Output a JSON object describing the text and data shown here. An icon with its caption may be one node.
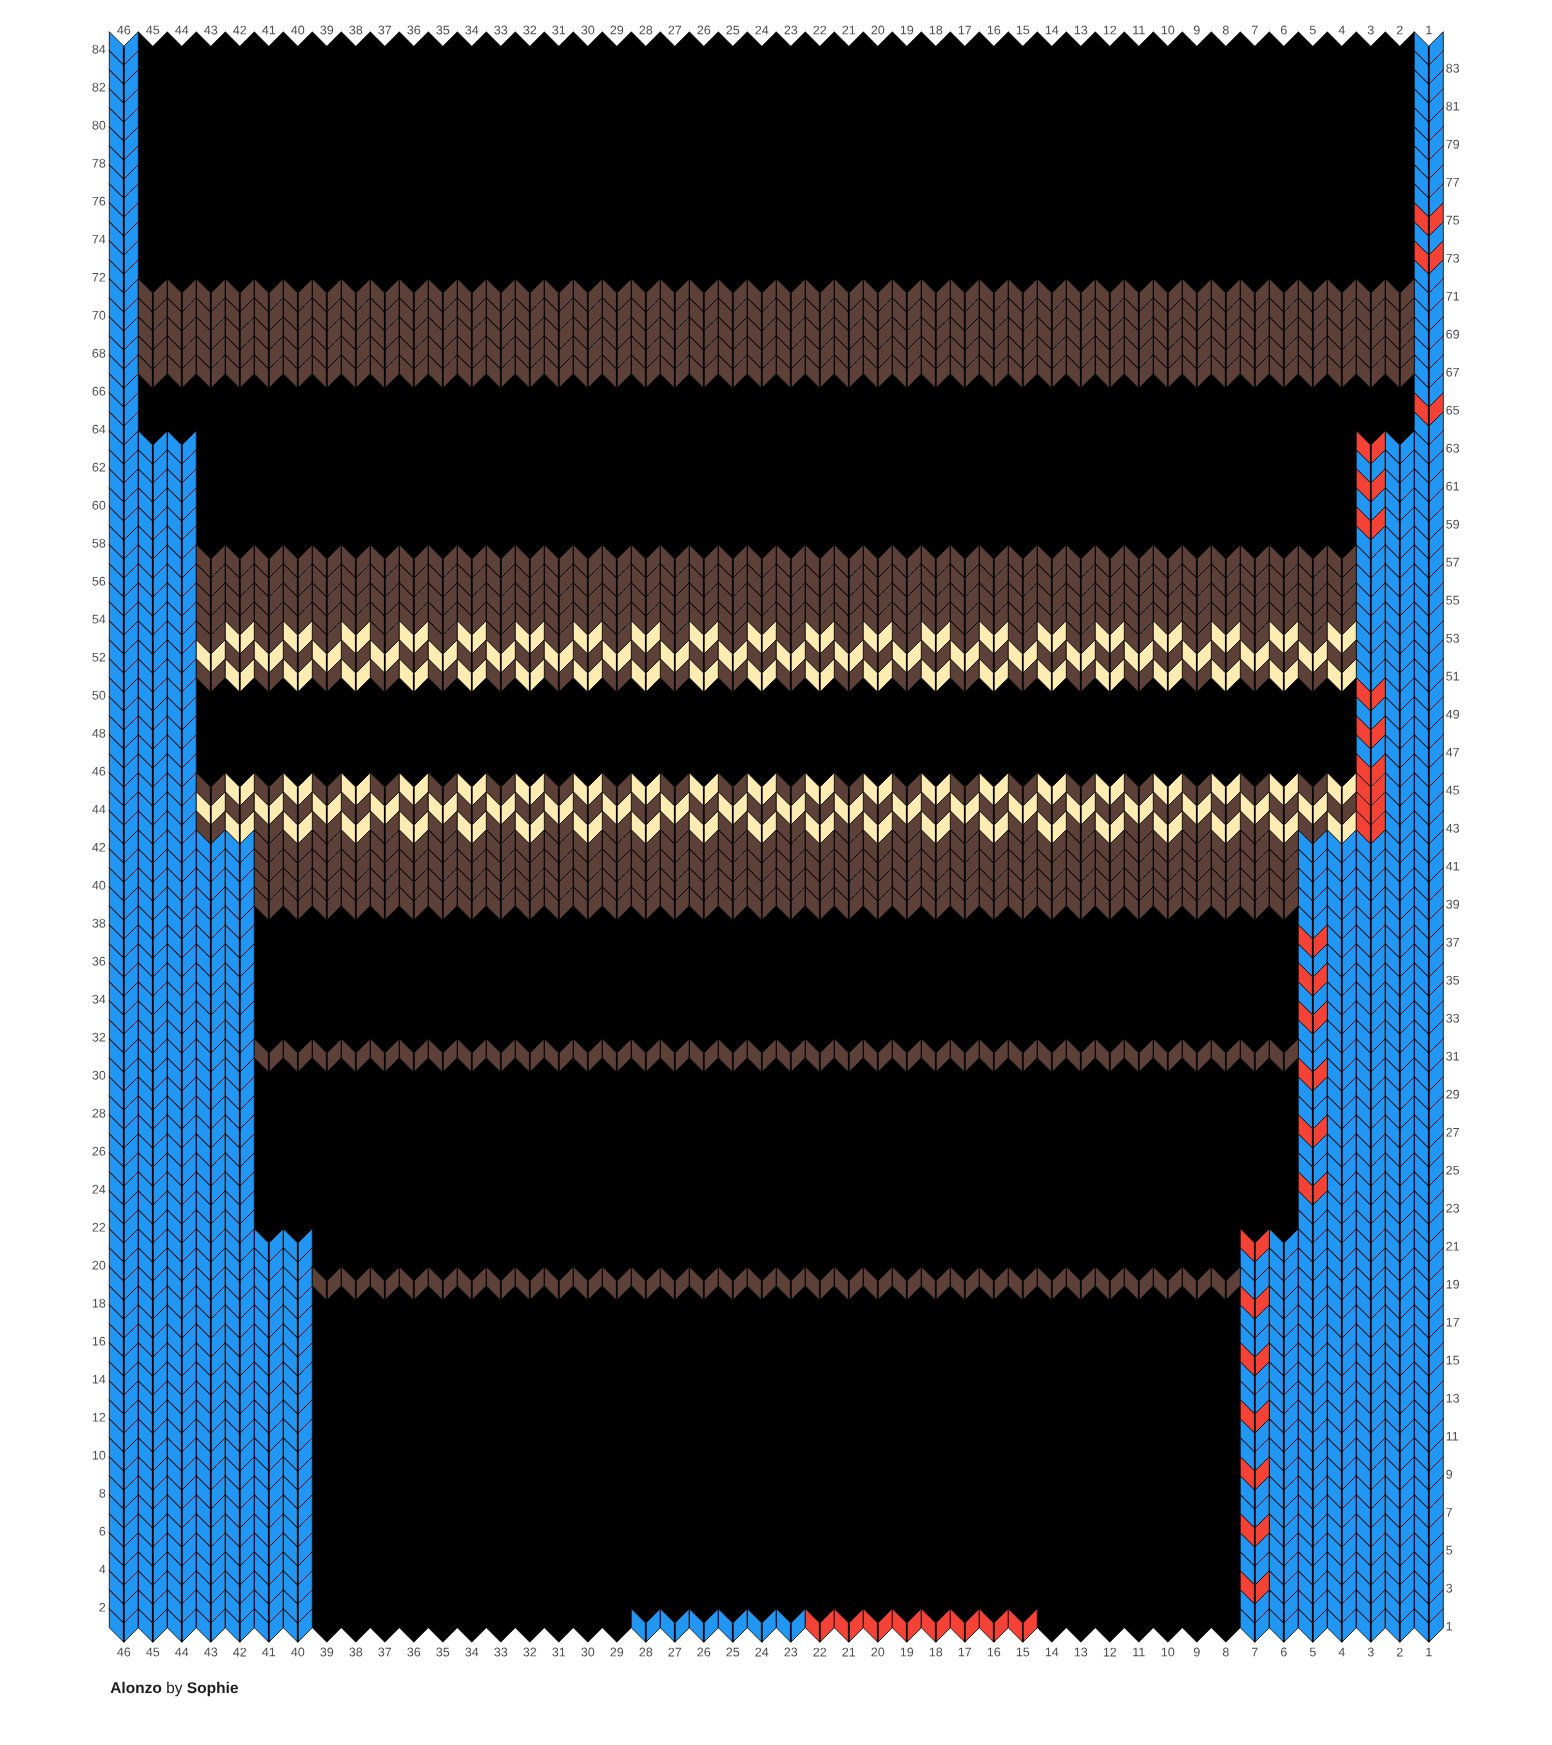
{
  "diagram": {
    "caption": "**Alonzo** by **Sophie**",
    "labels": [
      "46",
      "45",
      "44",
      "43",
      "42",
      "41",
      "40",
      "39",
      "38",
      "37",
      "36",
      "35",
      "34",
      "33",
      "32",
      "31",
      "30",
      "29",
      "28",
      "27",
      "26",
      "25",
      "24",
      "23",
      "22",
      "21",
      "20",
      "19",
      "18",
      "17",
      "16",
      "15",
      "14",
      "13",
      "12",
      "11",
      "10",
      "9",
      "8",
      "7",
      "6",
      "5",
      "4",
      "3",
      "2",
      "1",
      "84",
      "83",
      "82",
      "81",
      "80",
      "79",
      "78",
      "77",
      "76",
      "75",
      "74",
      "73",
      "72",
      "71",
      "70",
      "69",
      "68",
      "67",
      "66",
      "65",
      "64",
      "63",
      "62",
      "61",
      "60",
      "59",
      "58",
      "57",
      "56",
      "55",
      "54",
      "53",
      "52",
      "51",
      "50",
      "49",
      "48",
      "47",
      "46",
      "45",
      "44",
      "43",
      "42",
      "41",
      "40",
      "39",
      "38",
      "37",
      "36",
      "35",
      "34",
      "33",
      "32",
      "31",
      "30",
      "29",
      "28",
      "27",
      "26",
      "25",
      "24",
      "23",
      "22",
      "21",
      "20",
      "19",
      "18",
      "17",
      "16",
      "15",
      "14",
      "13",
      "12",
      "11",
      "10",
      "9",
      "8",
      "7",
      "6",
      "5",
      "4",
      "3",
      "2",
      "1",
      "46",
      "45",
      "44",
      "43",
      "42",
      "41",
      "40",
      "39",
      "38",
      "37",
      "36",
      "35",
      "34",
      "33",
      "32",
      "31",
      "30",
      "29",
      "28",
      "27",
      "26",
      "25",
      "24",
      "23",
      "22",
      "21",
      "20",
      "19",
      "18",
      "17",
      "16",
      "15",
      "14",
      "13",
      "12",
      "11",
      "10",
      "9",
      "8",
      "7",
      "6",
      "5",
      "4",
      "3",
      "2",
      "1"
    ]
  }
}
